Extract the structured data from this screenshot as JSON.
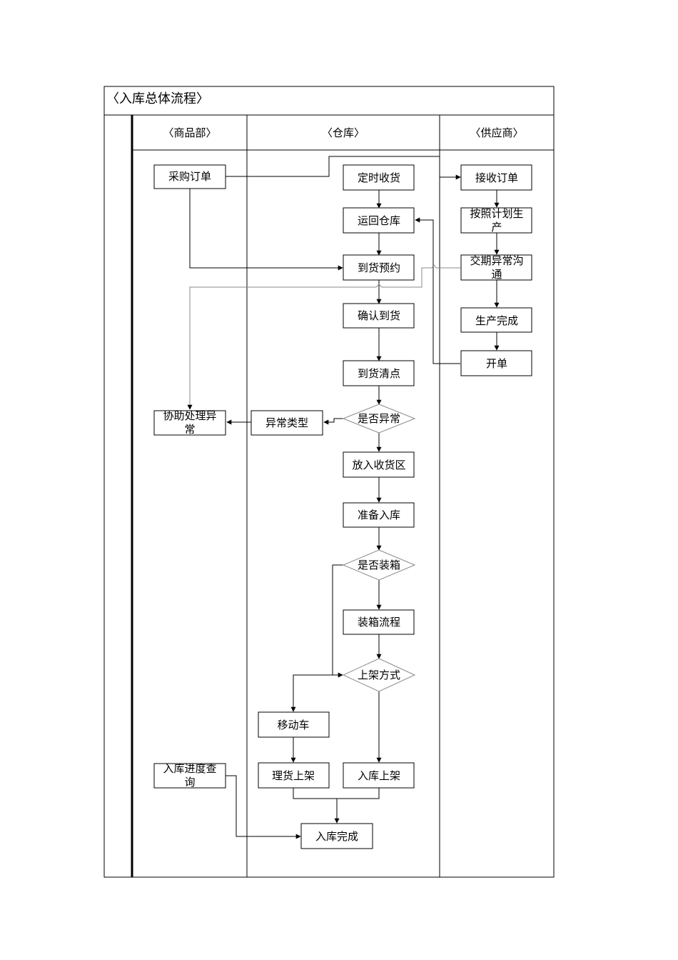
{
  "title": "〈入库总体流程〉",
  "lanes": [
    {
      "id": "lane-product",
      "label": "〈商品部〉"
    },
    {
      "id": "lane-warehouse",
      "label": "〈仓库〉"
    },
    {
      "id": "lane-supplier",
      "label": "〈供应商〉"
    }
  ],
  "nodes": [
    {
      "id": "n-po",
      "shape": "rect",
      "lines": [
        "采购订单"
      ]
    },
    {
      "id": "n-schedule",
      "shape": "rect",
      "lines": [
        "定时收货"
      ]
    },
    {
      "id": "n-receive-order",
      "shape": "rect",
      "lines": [
        "接收订单"
      ]
    },
    {
      "id": "n-ship-back",
      "shape": "rect",
      "lines": [
        "运回仓库"
      ]
    },
    {
      "id": "n-produce-plan",
      "shape": "rect",
      "lines": [
        "按照计划生",
        "产"
      ]
    },
    {
      "id": "n-appointment",
      "shape": "rect",
      "lines": [
        "到货预约"
      ]
    },
    {
      "id": "n-delivery-issue",
      "shape": "rect",
      "lines": [
        "交期异常沟",
        "通"
      ]
    },
    {
      "id": "n-confirm",
      "shape": "rect",
      "lines": [
        "确认到货"
      ]
    },
    {
      "id": "n-produce-done",
      "shape": "rect",
      "lines": [
        "生产完成"
      ]
    },
    {
      "id": "n-invoice",
      "shape": "rect",
      "lines": [
        "开单"
      ]
    },
    {
      "id": "n-count",
      "shape": "rect",
      "lines": [
        "到货清点"
      ]
    },
    {
      "id": "n-is-abnormal",
      "shape": "diamond",
      "lines": [
        "是否异常"
      ]
    },
    {
      "id": "n-abnormal-type",
      "shape": "rect",
      "lines": [
        "异常类型"
      ]
    },
    {
      "id": "n-assist",
      "shape": "rect",
      "lines": [
        "协助处理异",
        "常"
      ]
    },
    {
      "id": "n-receiving-area",
      "shape": "rect",
      "lines": [
        "放入收货区"
      ]
    },
    {
      "id": "n-prepare",
      "shape": "rect",
      "lines": [
        "准备入库"
      ]
    },
    {
      "id": "n-is-boxing",
      "shape": "diamond",
      "lines": [
        "是否装箱"
      ]
    },
    {
      "id": "n-boxing",
      "shape": "rect",
      "lines": [
        "装箱流程"
      ]
    },
    {
      "id": "n-shelf-method",
      "shape": "diamond",
      "lines": [
        "上架方式"
      ]
    },
    {
      "id": "n-cart",
      "shape": "rect",
      "lines": [
        "移动车"
      ]
    },
    {
      "id": "n-sort-shelf",
      "shape": "rect",
      "lines": [
        "理货上架"
      ]
    },
    {
      "id": "n-stock-shelf",
      "shape": "rect",
      "lines": [
        "入库上架"
      ]
    },
    {
      "id": "n-query",
      "shape": "rect",
      "lines": [
        "入库进度查",
        "询"
      ]
    },
    {
      "id": "n-done",
      "shape": "rect",
      "lines": [
        "入库完成"
      ]
    }
  ]
}
